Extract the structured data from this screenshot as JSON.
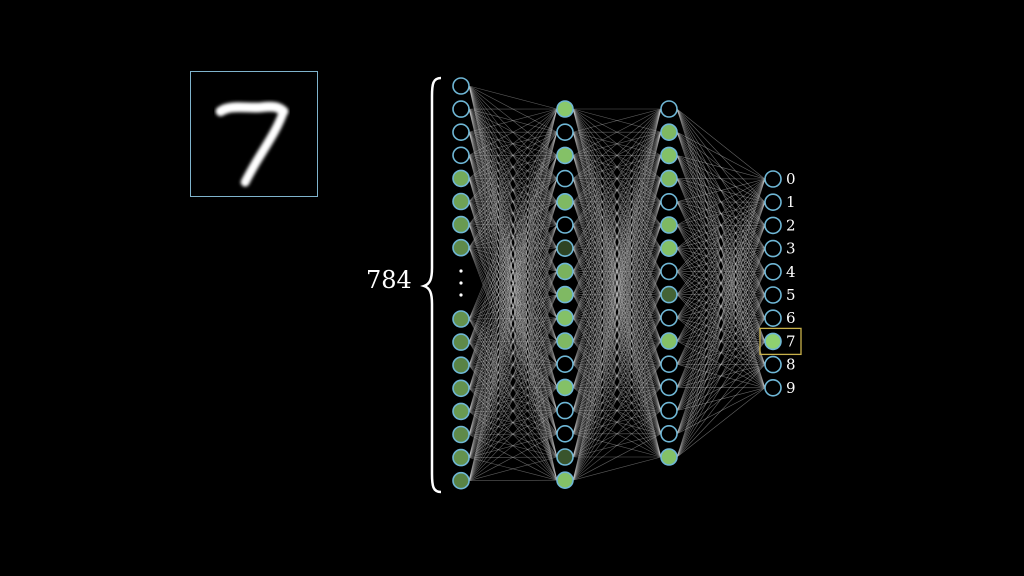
{
  "input_image": {
    "digit": "7"
  },
  "input_count_label": "784",
  "input_layer": {
    "shown_top": [
      0,
      0,
      0,
      0,
      0.75,
      0.7,
      0.65,
      0.55
    ],
    "shown_bottom": [
      0.6,
      0.55,
      0.5,
      0.6,
      0.65,
      0.55,
      0.6,
      0.5
    ]
  },
  "hidden_layer_1": {
    "activations": [
      0.95,
      0,
      0.9,
      0,
      0.85,
      0,
      0.1,
      0.8,
      0.85,
      0.9,
      0.85,
      0,
      0.9,
      0,
      0,
      0.2,
      0.9
    ]
  },
  "hidden_layer_2": {
    "activations": [
      0,
      0.85,
      0.9,
      0.85,
      0,
      0.85,
      0.9,
      0,
      0.3,
      0,
      0.9,
      0,
      0,
      0,
      0,
      0.9
    ]
  },
  "output_layer": {
    "labels": [
      "0",
      "1",
      "2",
      "3",
      "4",
      "5",
      "6",
      "7",
      "8",
      "9"
    ],
    "activations": [
      0,
      0,
      0,
      0,
      0,
      0,
      0,
      1.0,
      0,
      0
    ],
    "highlighted_label": "7"
  },
  "colors": {
    "neuron_stroke": "#6fb7d6",
    "neuron_active": "#8fd16f",
    "edge": "#cccccc",
    "brace": "#ffffff",
    "highlight_box": "#c8b14a"
  }
}
